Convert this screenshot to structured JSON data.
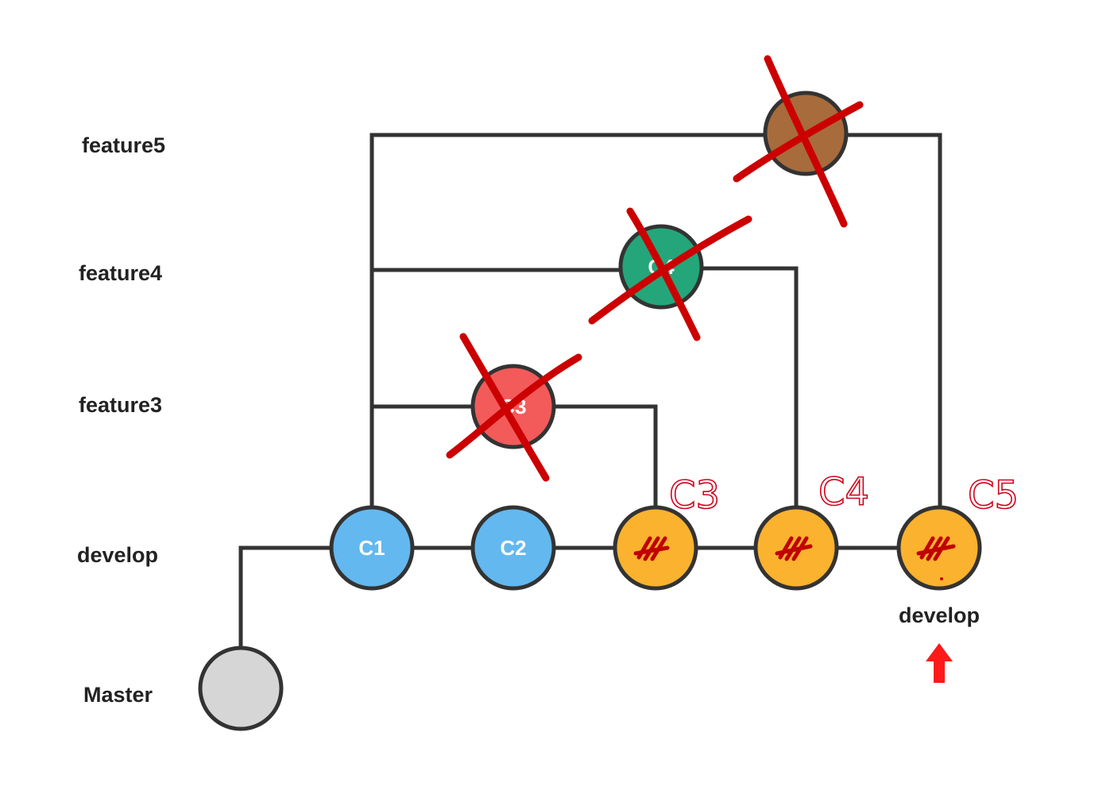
{
  "lanes": {
    "feature5": "feature5",
    "feature4": "feature4",
    "feature3": "feature3",
    "develop": "develop",
    "master": "Master"
  },
  "commits": {
    "c1": "C1",
    "c2": "C2",
    "f3": "C3",
    "f4": "C4"
  },
  "annotations": {
    "c3_note": "C3",
    "c4_note": "C4",
    "c5_note": "C5",
    "develop_pointer": "develop"
  },
  "colors": {
    "develop_blue": "#63b8ef",
    "develop_orange": "#fbb22e",
    "feature3_red": "#f35a5a",
    "feature4_green": "#24a67a",
    "feature5_brown": "#a86b3c",
    "master_gray": "#d6d6d6",
    "strike_red": "#cc0000",
    "pointer_red": "#ff1a1a"
  }
}
